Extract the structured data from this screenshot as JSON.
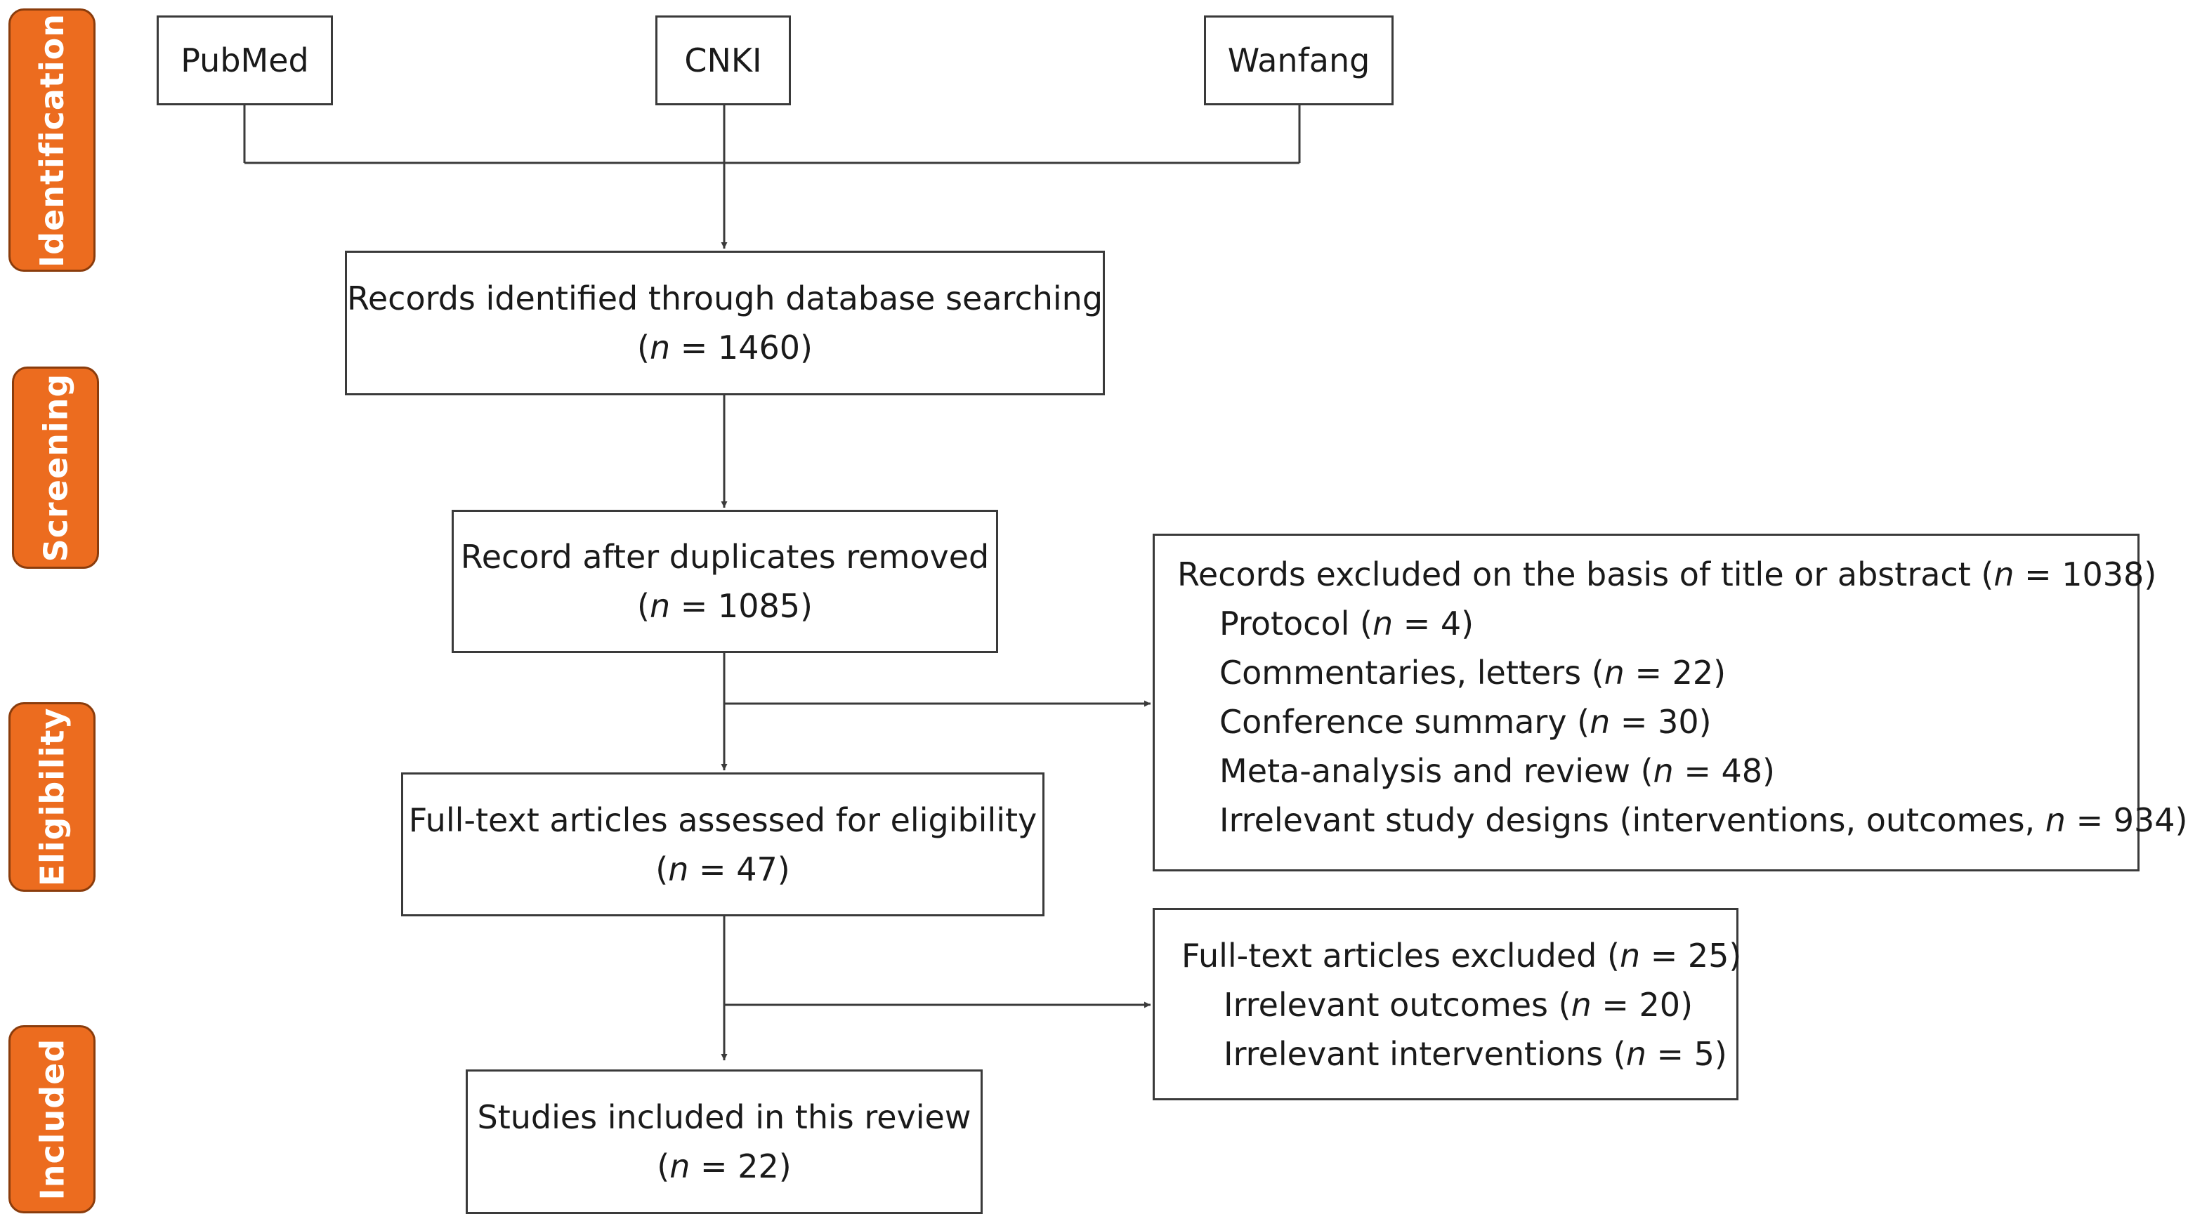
{
  "phases": {
    "identification": "Identification",
    "screening": "Screening",
    "eligibility": "Eligibility",
    "included": "Included"
  },
  "sources": {
    "pubmed": "PubMed",
    "cnki": "CNKI",
    "wanfang": "Wanfang"
  },
  "n_symbol": "n",
  "records_identified": {
    "label": "Records identified through database searching",
    "prefix": "(",
    "suffix": " = 1460)"
  },
  "after_duplicates": {
    "label": "Record after duplicates removed",
    "prefix": "(",
    "suffix": " = 1085)"
  },
  "fulltext_assessed": {
    "label": "Full-text articles assessed for eligibility",
    "prefix": "(",
    "suffix": " = 47)"
  },
  "studies_included": {
    "label": "Studies included in this review",
    "prefix": "(",
    "suffix": " = 22)"
  },
  "excluded_title_abstract": {
    "header": {
      "pre": "Records excluded on the basis of title or abstract (",
      "post": " = 1038)"
    },
    "items": [
      {
        "pre": "Protocol (",
        "post": " = 4)"
      },
      {
        "pre": "Commentaries, letters (",
        "post": " = 22)"
      },
      {
        "pre": "Conference summary (",
        "post": " = 30)"
      },
      {
        "pre": "Meta-analysis and review (",
        "post": " = 48)"
      },
      {
        "pre": "Irrelevant study designs (interventions, outcomes, ",
        "post": " = 934)"
      }
    ]
  },
  "fulltext_excluded": {
    "header": {
      "pre": "Full-text articles excluded (",
      "post": " = 25)"
    },
    "items": [
      {
        "pre": "Irrelevant outcomes (",
        "post": " = 20)"
      },
      {
        "pre": "Irrelevant interventions (",
        "post": " = 5)"
      }
    ]
  },
  "colors": {
    "phase_fill": "#ec6c1f",
    "phase_border": "#8a3c0c",
    "line": "#3a3a3a"
  }
}
